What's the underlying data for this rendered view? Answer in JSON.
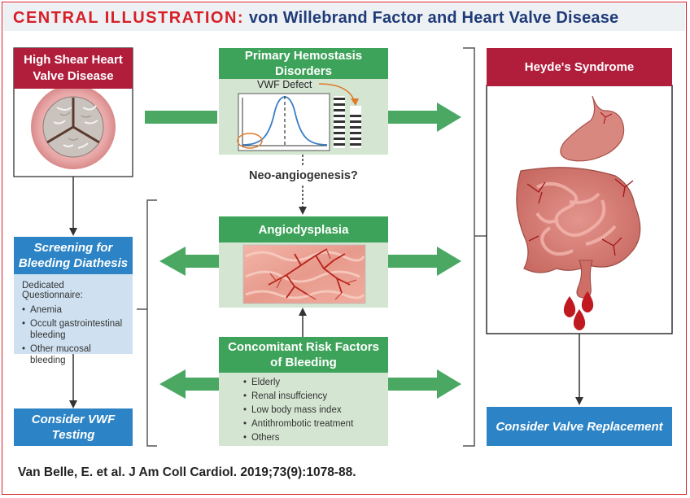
{
  "title": {
    "prefix": "CENTRAL ILLUSTRATION:",
    "main": "von Willebrand Factor and Heart Valve Disease"
  },
  "left_column": {
    "top_box_line1": "High Shear Heart",
    "top_box_line2": "Valve Disease",
    "screening_line1": "Screening for",
    "screening_line2": "Bleeding Diathesis",
    "questionnaire_title": "Dedicated Questionnaire:",
    "questionnaire_items": [
      "Anemia",
      "Occult gastrointestinal bleeding",
      "Other mucosal bleeding"
    ],
    "consider_line1": "Consider VWF",
    "consider_line2": "Testing"
  },
  "center_column": {
    "hemostasis_line1": "Primary Hemostasis",
    "hemostasis_line2": "Disorders",
    "vwf_defect_label": "VWF Defect",
    "neo_label": "Neo-angiogenesis?",
    "angio_label": "Angiodysplasia",
    "risk_line1": "Concomitant Risk Factors",
    "risk_line2": "of Bleeding",
    "risk_items": [
      "Elderly",
      "Renal insuffciency",
      "Low body mass index",
      "Antithrombotic treatment",
      "Others"
    ]
  },
  "right_column": {
    "heyde_label": "Heyde's Syndrome",
    "valve_replacement_label": "Consider Valve Replacement"
  },
  "citation": "Van Belle, E. et al. J Am Coll Cardiol. 2019;73(9):1078-88.",
  "colors": {
    "title_red": "#d71f27",
    "title_blue": "#1f3b78",
    "header_red": "#b01e3c",
    "header_green": "#3ea35a",
    "arrow_green": "#4aa862",
    "header_blue": "#2c83c5",
    "panel_green": "#d4e6d2",
    "panel_blue": "#cfe1f1"
  }
}
